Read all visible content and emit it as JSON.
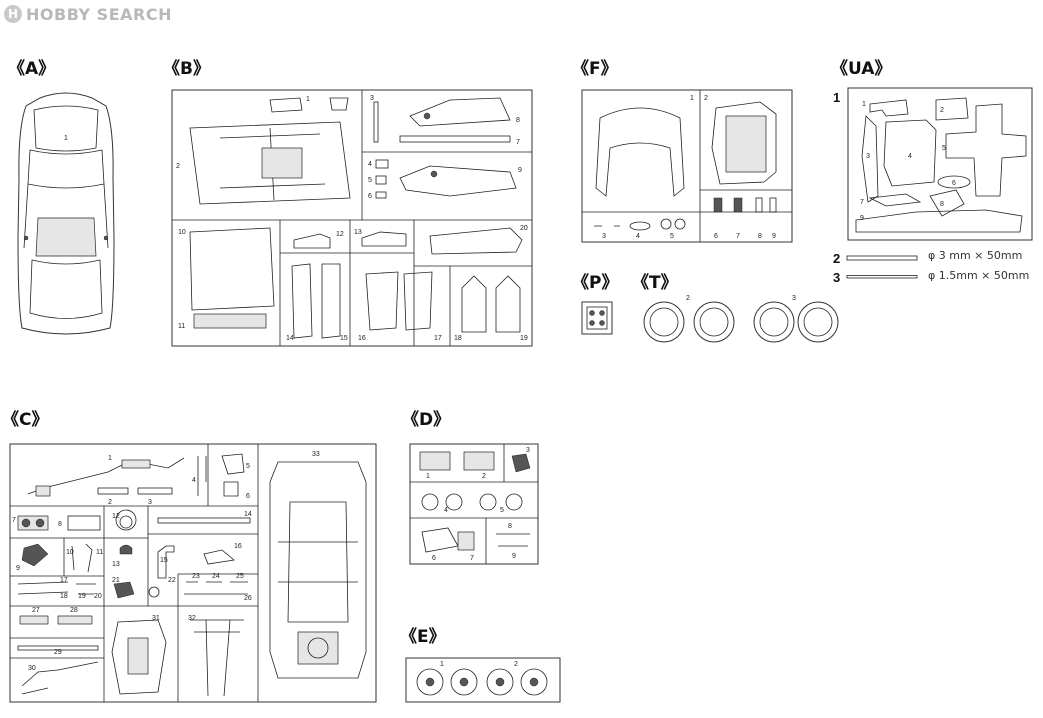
{
  "brand": {
    "logo_text": "HOBBY SEARCH",
    "logo_mark": "H"
  },
  "sections": {
    "A": "《A》",
    "B": "《B》",
    "F": "《F》",
    "UA": "《UA》",
    "P": "《P》",
    "T": "《T》",
    "C": "《C》",
    "D": "《D》",
    "E": "《E》"
  },
  "parts": {
    "A": [
      "1"
    ],
    "B": [
      "1",
      "2",
      "3",
      "4",
      "5",
      "6",
      "7",
      "8",
      "9",
      "10",
      "11",
      "12",
      "13",
      "14",
      "15",
      "16",
      "17",
      "18",
      "19",
      "20"
    ],
    "F": [
      "1",
      "2",
      "3",
      "4",
      "5",
      "6",
      "7",
      "8",
      "9"
    ],
    "UA": [
      "1",
      "2",
      "3",
      "4",
      "5",
      "6",
      "7",
      "8",
      "9"
    ],
    "T": [
      "2",
      "3"
    ],
    "C": [
      "1",
      "2",
      "3",
      "4",
      "5",
      "6",
      "7",
      "8",
      "9",
      "10",
      "11",
      "12",
      "13",
      "14",
      "15",
      "16",
      "17",
      "18",
      "19",
      "20",
      "21",
      "22",
      "23",
      "24",
      "25",
      "26",
      "27",
      "28",
      "29",
      "30",
      "31",
      "32",
      "33"
    ],
    "D": [
      "1",
      "2",
      "3",
      "4",
      "5",
      "6",
      "7",
      "8",
      "9"
    ],
    "E": [
      "1",
      "2"
    ]
  },
  "rods": [
    {
      "number": "2",
      "spec": "φ 3 mm × 50mm"
    },
    {
      "number": "3",
      "spec": "φ 1.5mm × 50mm"
    }
  ],
  "ua_sheet_number": "1"
}
